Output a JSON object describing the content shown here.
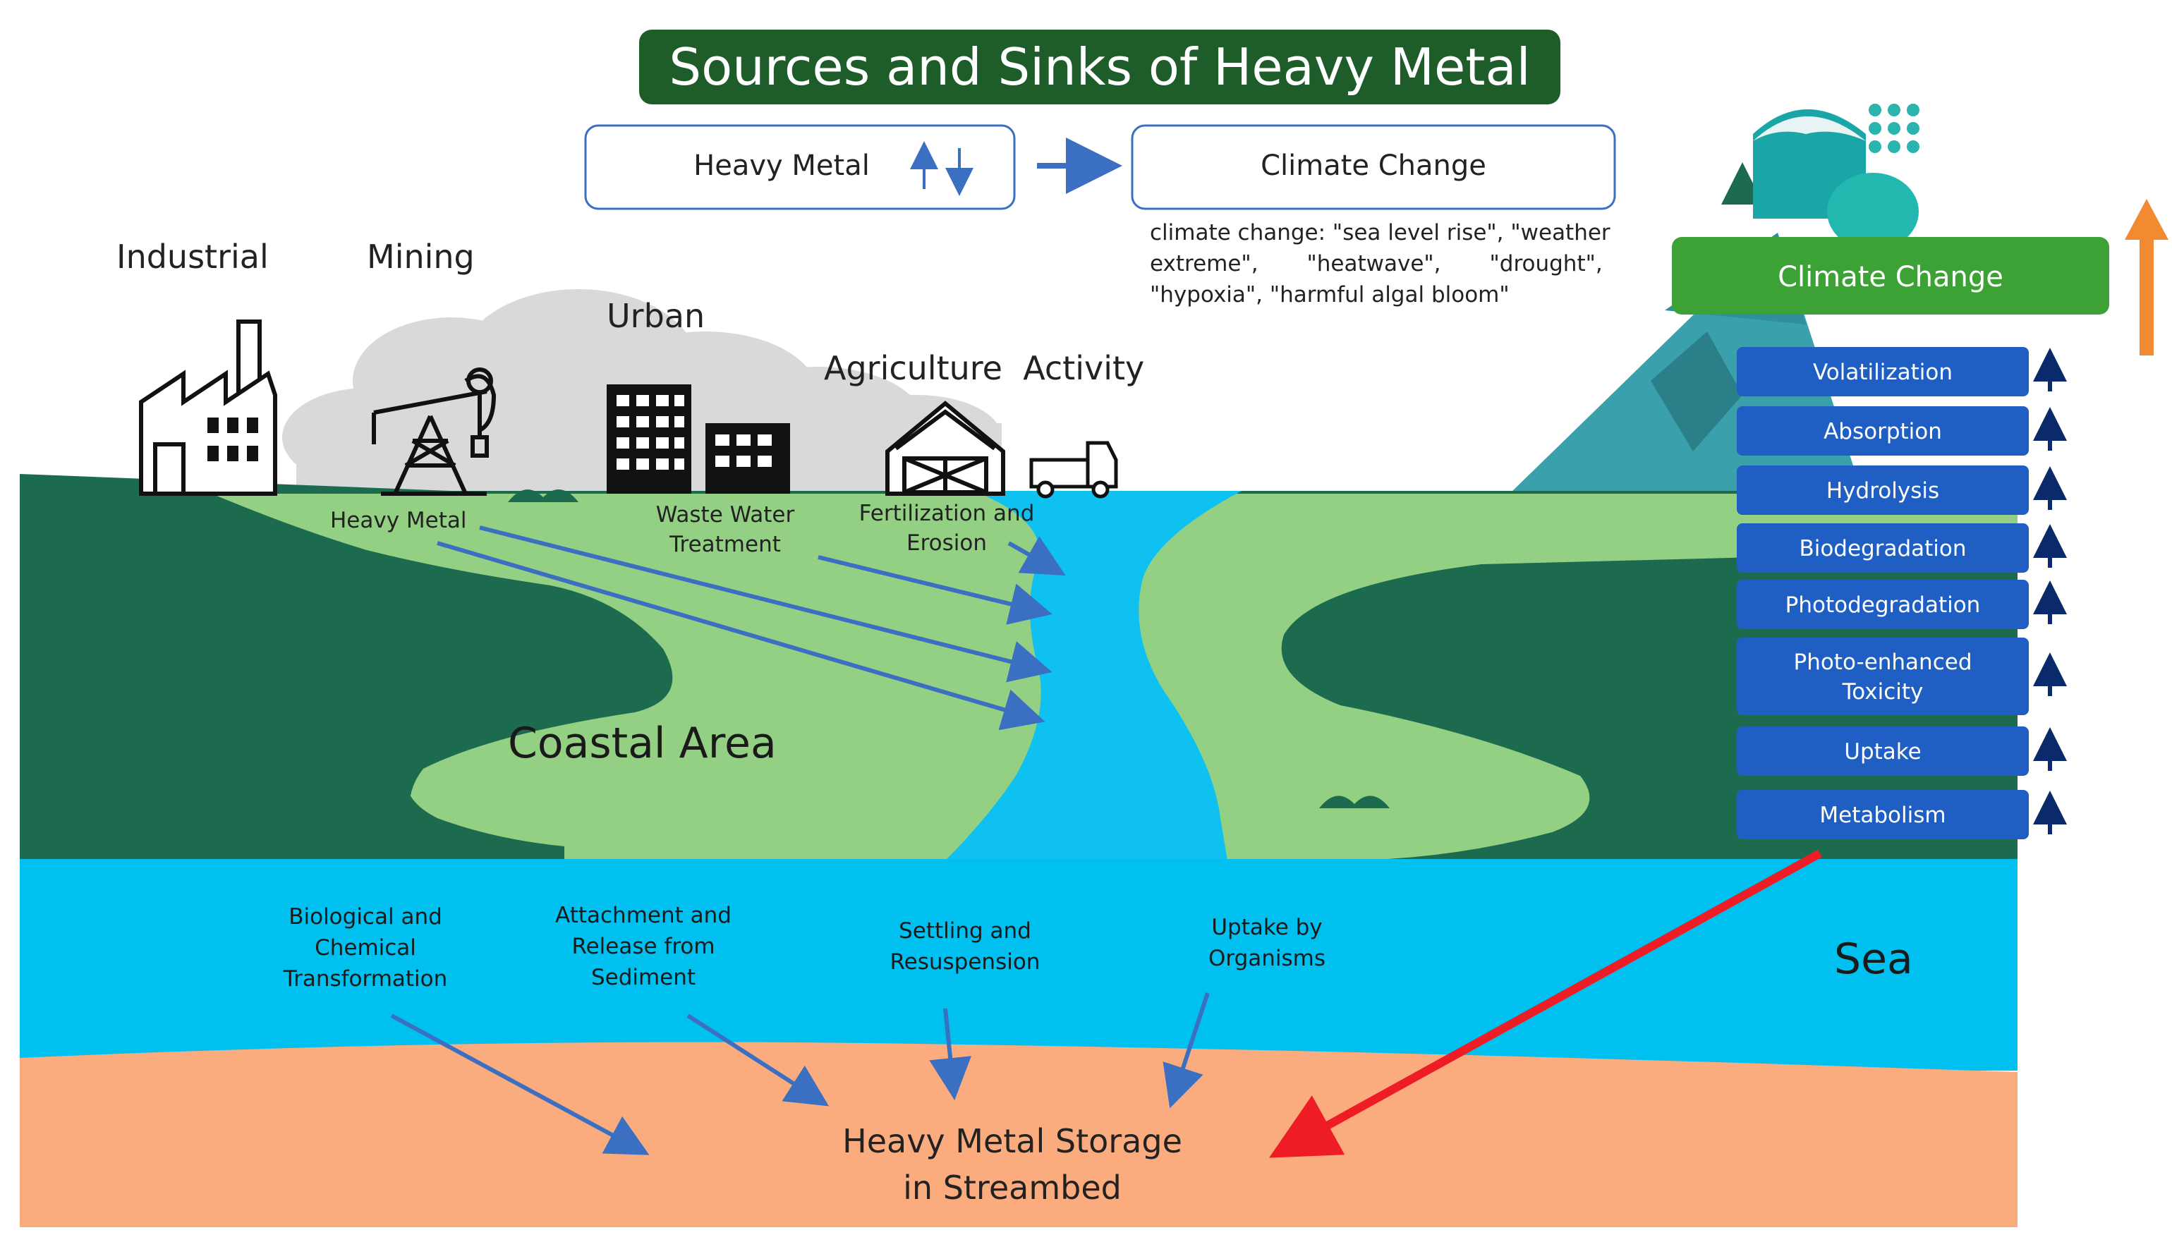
{
  "title": "Sources and Sinks of Heavy Metal",
  "header_flow": {
    "left_box": "Heavy Metal",
    "right_box": "Climate Change",
    "note_lines": [
      "climate change: \"sea level rise\", \"weather",
      "extreme\",       \"heatwave\",       \"drought\",",
      "\"hypoxia\", \"harmful algal bloom\""
    ]
  },
  "sources": {
    "industrial": "Industrial",
    "mining": "Mining",
    "urban": "Urban",
    "agriculture": "Agriculture  Activity"
  },
  "land_flows": {
    "heavy_metal": "Heavy Metal",
    "waste_water": [
      "Waste Water",
      "Treatment"
    ],
    "fertilization": [
      "Fertilization and",
      "Erosion"
    ]
  },
  "coastal_area": "Coastal Area",
  "sea": "Sea",
  "climate_change_banner": "Climate Change",
  "processes": [
    {
      "label": "Volatilization"
    },
    {
      "label": "Absorption"
    },
    {
      "label": "Hydrolysis"
    },
    {
      "label": "Biodegradation"
    },
    {
      "label": "Photodegradation"
    },
    {
      "label": "Photo-enhanced|Toxicity"
    },
    {
      "label": "Uptake"
    },
    {
      "label": "Metabolism"
    }
  ],
  "sea_processes": [
    {
      "lines": [
        "Biological and",
        "Chemical",
        "Transformation"
      ]
    },
    {
      "lines": [
        "Attachment and",
        "Release from",
        "Sediment"
      ]
    },
    {
      "lines": [
        "Settling and",
        "Resuspension"
      ]
    },
    {
      "lines": [
        "Uptake by",
        "Organisms"
      ]
    }
  ],
  "storage": [
    "Heavy Metal Storage",
    "in Streambed"
  ],
  "colors": {
    "title_bg": "#1e5c2a",
    "land_dark": "#1c6b4e",
    "land_light": "#94d083",
    "river": "#0ec1f0",
    "sea": "#00c0f0",
    "sediment": "#fbac7f",
    "process_box": "#1f5fc4",
    "banner_green": "#3ca236",
    "flow_arrow": "#3b6fc2",
    "sink_arrow": "#ee1c24",
    "rise_arrow": "#f28a31",
    "mountain": "#3aa1ac",
    "cloud": "#d9d9d9"
  }
}
